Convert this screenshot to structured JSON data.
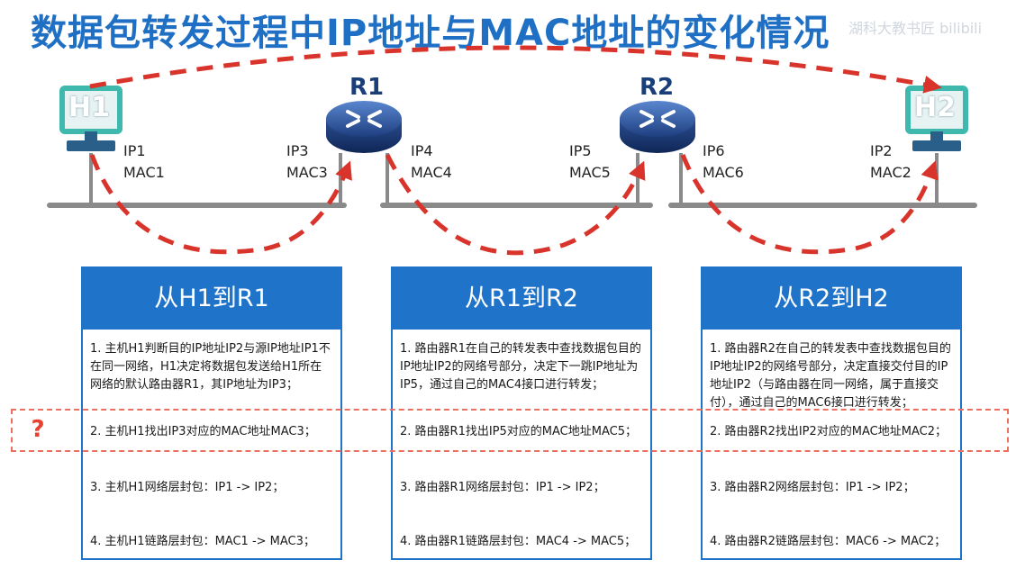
{
  "title": "数据包转发过程中IP地址与MAC地址的变化情况",
  "watermark": "湖科大教书匠 bilibili",
  "hosts": {
    "h1": {
      "label": "H1",
      "ip": "IP1",
      "mac": "MAC1"
    },
    "h2": {
      "label": "H2",
      "ip": "IP2",
      "mac": "MAC2"
    }
  },
  "routers": {
    "r1": {
      "name": "R1",
      "left_ip": "IP3",
      "left_mac": "MAC3",
      "right_ip": "IP4",
      "right_mac": "MAC4"
    },
    "r2": {
      "name": "R2",
      "left_ip": "IP5",
      "left_mac": "MAC5",
      "right_ip": "IP6",
      "right_mac": "MAC6"
    }
  },
  "question_mark": "?",
  "cards": [
    {
      "title": "从H1到R1",
      "steps": [
        "1. 主机H1判断目的IP地址IP2与源IP地址IP1不在同一网络，H1决定将数据包发送给H1所在网络的默认路由器R1，其IP地址为IP3；",
        "2. 主机H1找出IP3对应的MAC地址MAC3；",
        "3. 主机H1网络层封包：IP1 -> IP2；",
        "4. 主机H1链路层封包：MAC1 -> MAC3；"
      ]
    },
    {
      "title": "从R1到R2",
      "steps": [
        "1. 路由器R1在自己的转发表中查找数据包目的IP地址IP2的网络号部分，决定下一跳IP地址为IP5，通过自己的MAC4接口进行转发；",
        "2. 路由器R1找出IP5对应的MAC地址MAC5；",
        "3. 路由器R1网络层封包：IP1 -> IP2；",
        "4. 路由器R1链路层封包：MAC4 -> MAC5；"
      ]
    },
    {
      "title": "从R2到H2",
      "steps": [
        "1. 路由器R2在自己的转发表中查找数据包目的IP地址IP2的网络号部分，决定直接交付目的IP地址IP2（与路由器在同一网络，属于直接交付），通过自己的MAC6接口进行转发；",
        "2. 路由器R2找出IP2对应的MAC地址MAC2；",
        "3. 路由器R2网络层封包：IP1 -> IP2；",
        "4. 路由器R2链路层封包：MAC6 -> MAC2；"
      ]
    }
  ],
  "colors": {
    "title": "#1f6fc4",
    "card": "#1f73c8",
    "arrow": "#d9342b",
    "host": "#3fb8ad",
    "router": "#3a62a8",
    "line": "#8a8a8a"
  }
}
